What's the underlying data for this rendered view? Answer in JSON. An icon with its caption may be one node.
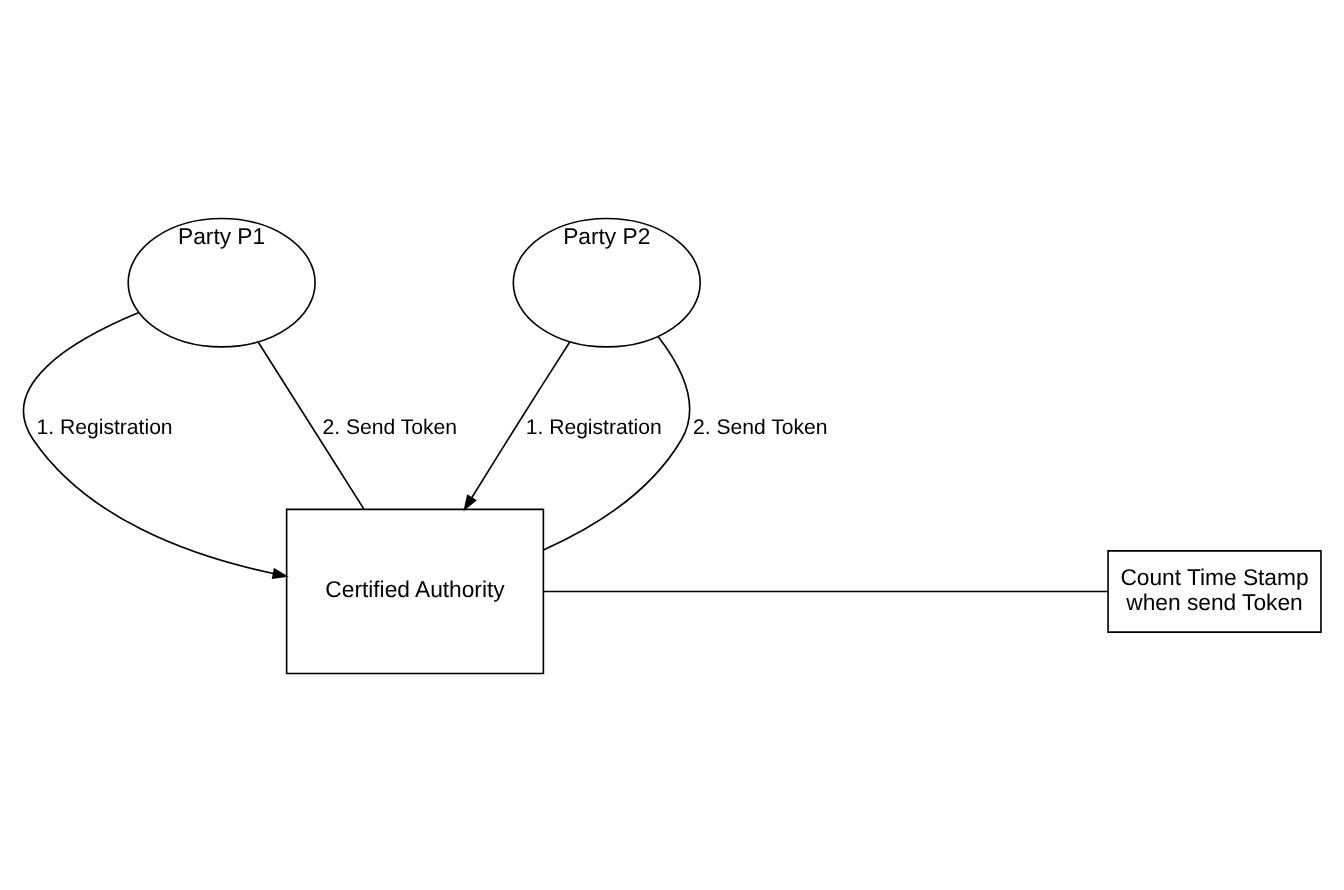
{
  "diagram": {
    "nodes": [
      {
        "text": [
          "Party P1"
        ]
      },
      {
        "text": [
          "Party P2"
        ]
      },
      {
        "text": [
          "Certified Authority"
        ]
      },
      {
        "text": [
          "Count Time Stamp when send Token"
        ]
      }
    ],
    "edges": [
      {
        "from": 0,
        "to": 2,
        "arrow": "to",
        "label": "1. Registration"
      },
      {
        "from": 0,
        "to": 2,
        "arrow": "none",
        "label": "2. Send Token"
      },
      {
        "from": 1,
        "to": 2,
        "arrow": "to",
        "label": "1. Registration"
      },
      {
        "from": 1,
        "to": 2,
        "arrow": "none",
        "label": "2. Send Token"
      },
      {
        "from": 2,
        "to": 3,
        "arrow": "none"
      }
    ]
  }
}
